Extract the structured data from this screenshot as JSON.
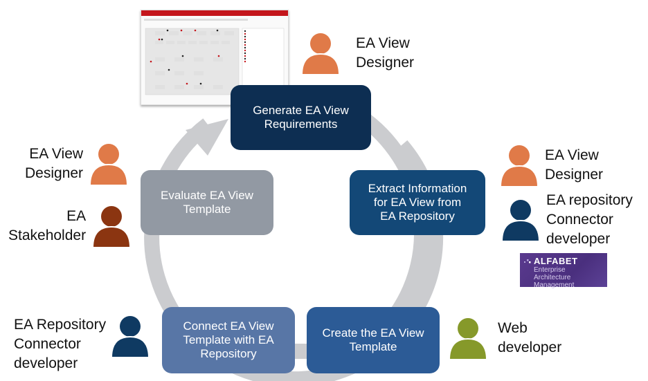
{
  "diagram": {
    "type": "cycle",
    "colors": {
      "ring": "#cbcccf",
      "step_generate": "#0d2e52",
      "step_extract": "#134877",
      "step_create": "#2c5b96",
      "step_connect": "#5876a6",
      "step_evaluate": "#9299a3",
      "designer": "#e07a48",
      "stakeholder": "#8b3511",
      "connector_dev": "#0f3a62",
      "web_dev": "#86992a",
      "alfabet_bg": "#4f3485"
    },
    "steps": [
      {
        "id": "generate",
        "label": "Generate EA View\nRequirements"
      },
      {
        "id": "extract",
        "label": "Extract Information\nfor EA View from\nEA Repository"
      },
      {
        "id": "create",
        "label": "Create the EA View\nTemplate"
      },
      {
        "id": "connect",
        "label": "Connect EA View\nTemplate with EA\nRepository"
      },
      {
        "id": "evaluate",
        "label": "Evaluate EA View\nTemplate"
      }
    ],
    "roles": {
      "top_designer": {
        "label": "EA View\nDesigner",
        "icon": "person-icon"
      },
      "left_designer": {
        "label": "EA View\nDesigner",
        "icon": "person-icon"
      },
      "left_stakeholder": {
        "label": "EA\nStakeholder",
        "icon": "person-icon"
      },
      "right_designer": {
        "label": "EA View\nDesigner",
        "icon": "person-icon"
      },
      "right_connector": {
        "label": "EA repository\nConnector\ndeveloper",
        "icon": "person-icon"
      },
      "bottom_connector": {
        "label": "EA Repository\nConnector\ndeveloper",
        "icon": "person-icon"
      },
      "web_developer": {
        "label": "Web\ndeveloper",
        "icon": "person-icon"
      }
    },
    "alfabet": {
      "brand": "ALFABET",
      "tagline": "Enterprise Architecture\nManagement"
    },
    "thumbnail": {
      "description": "EA view screenshot"
    }
  }
}
